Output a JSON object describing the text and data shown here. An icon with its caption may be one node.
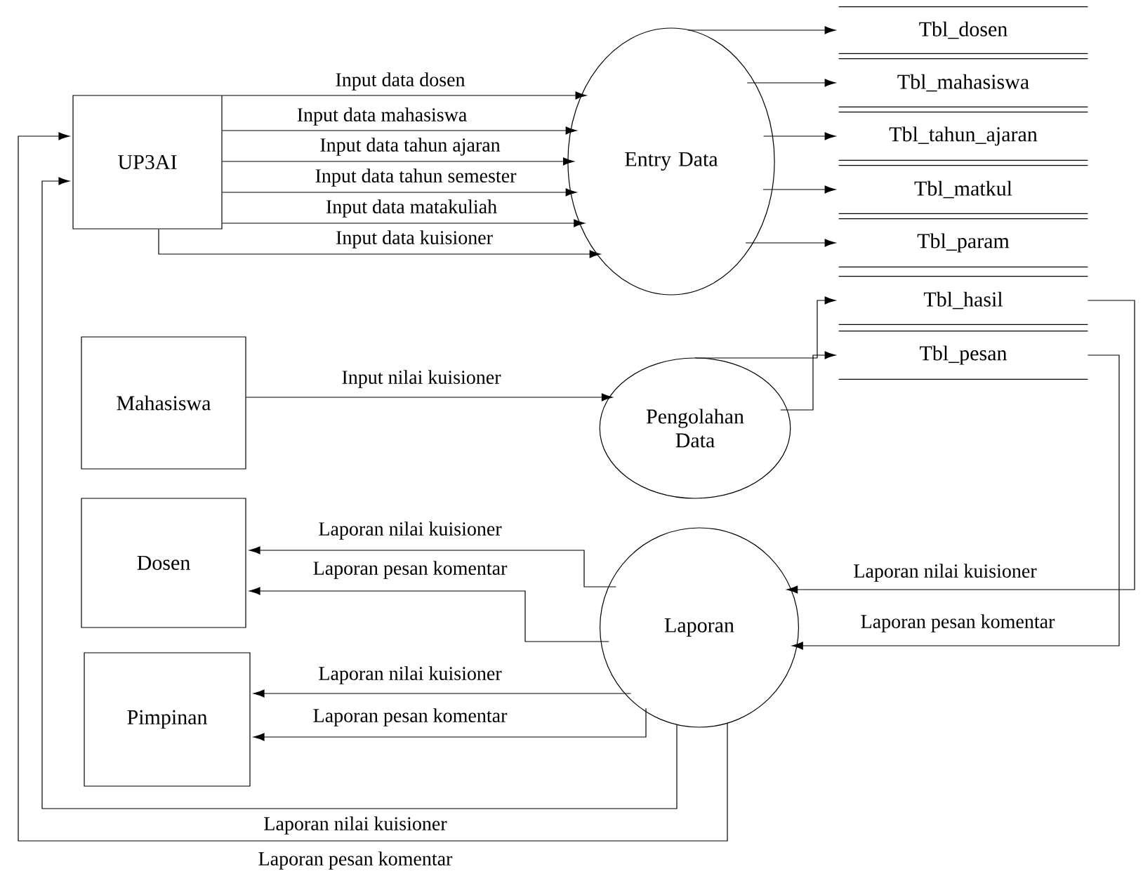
{
  "diagram": {
    "nodes": [
      {
        "text": [
          "UP3AI"
        ]
      },
      {
        "text": [
          "Entry Data"
        ]
      },
      {
        "text": [
          "Tbl_dosen"
        ]
      },
      {
        "text": [
          "Tbl_mahasiswa"
        ]
      },
      {
        "text": [
          "Tbl_tahun_ajaran"
        ]
      },
      {
        "text": [
          "Tbl_matkul"
        ]
      },
      {
        "text": [
          "Tbl_param"
        ]
      },
      {
        "text": [
          "Tbl_hasil"
        ]
      },
      {
        "text": [
          "Tbl_pesan"
        ]
      },
      {
        "text": [
          "Mahasiswa"
        ]
      },
      {
        "text": [
          "Pengolahan Data"
        ]
      },
      {
        "text": [
          "Dosen"
        ]
      },
      {
        "text": [
          "Laporan"
        ]
      },
      {
        "text": [
          "Pimpinan"
        ]
      }
    ],
    "edges": [
      {
        "from": 0,
        "to": 1,
        "arrow": "to",
        "label": "Input data dosen"
      },
      {
        "from": 0,
        "to": 1,
        "arrow": "to",
        "label": "Input data mahasiswa"
      },
      {
        "from": 0,
        "to": 1,
        "arrow": "to",
        "label": "Input data tahun ajaran"
      },
      {
        "from": 0,
        "to": 1,
        "arrow": "to",
        "label": "Input data tahun semester"
      },
      {
        "from": 0,
        "to": 1,
        "arrow": "to",
        "label": "Input data matakuliah"
      },
      {
        "from": 0,
        "to": 1,
        "arrow": "to",
        "label": "Input data kuisioner"
      },
      {
        "from": 1,
        "to": 2,
        "arrow": "to"
      },
      {
        "from": 1,
        "to": 3,
        "arrow": "to"
      },
      {
        "from": 1,
        "to": 4,
        "arrow": "to"
      },
      {
        "from": 1,
        "to": 5,
        "arrow": "to"
      },
      {
        "from": 1,
        "to": 6,
        "arrow": "to"
      },
      {
        "from": 9,
        "to": 10,
        "arrow": "to",
        "label": "Input nilai kuisioner"
      },
      {
        "from": 10,
        "to": 7,
        "arrow": "to"
      },
      {
        "from": 10,
        "to": 8,
        "arrow": "to"
      },
      {
        "from": 7,
        "to": 12,
        "arrow": "to",
        "label": "Laporan nilai kuisioner"
      },
      {
        "from": 8,
        "to": 12,
        "arrow": "to",
        "label": "Laporan pesan komentar"
      },
      {
        "from": 12,
        "to": 11,
        "arrow": "to",
        "label": "Laporan nilai kuisioner"
      },
      {
        "from": 12,
        "to": 11,
        "arrow": "to",
        "label": "Laporan pesan komentar"
      },
      {
        "from": 12,
        "to": 13,
        "arrow": "to",
        "label": "Laporan nilai kuisioner"
      },
      {
        "from": 12,
        "to": 13,
        "arrow": "to",
        "label": "Laporan pesan komentar"
      },
      {
        "from": 12,
        "to": 0,
        "arrow": "to",
        "label": "Laporan nilai kuisioner"
      },
      {
        "from": 12,
        "to": 0,
        "arrow": "to",
        "label": "Laporan pesan komentar"
      }
    ]
  }
}
